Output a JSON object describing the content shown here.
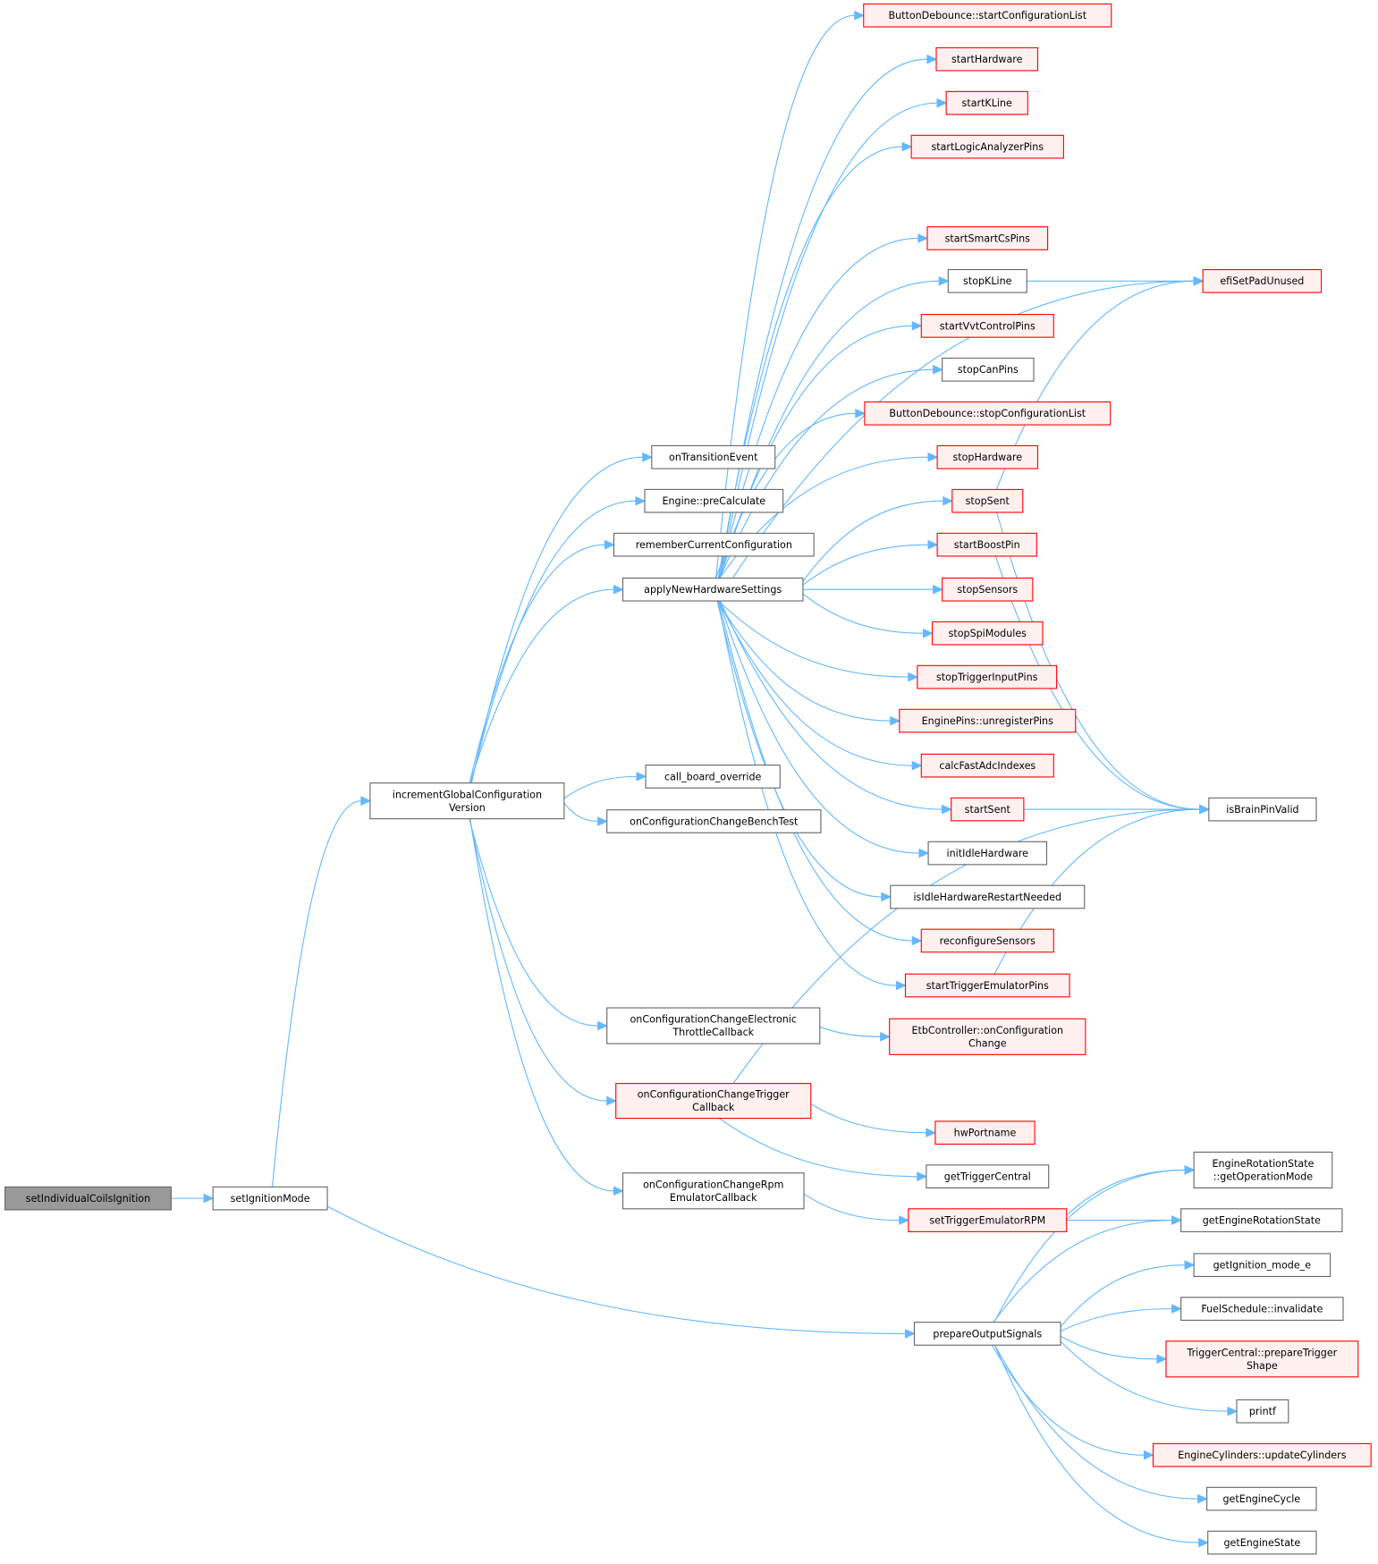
{
  "title": "setIndividualCoilsIgnition call graph",
  "colors": {
    "edge": "#63b8ff",
    "red_border": "#ff0000",
    "red_fill": "#fff0f0",
    "root_fill": "#999999"
  },
  "nodes": [
    {
      "id": "setIndividualCoilsIgnition",
      "lines": [
        "setIndividualCoilsIgnition"
      ],
      "style": "root"
    },
    {
      "id": "setIgnitionMode",
      "lines": [
        "setIgnitionMode"
      ],
      "style": "normal"
    },
    {
      "id": "incrementGlobalConfigurationVersion",
      "lines": [
        "incrementGlobalConfiguration",
        "Version"
      ],
      "style": "normal"
    },
    {
      "id": "onTransitionEvent",
      "lines": [
        "onTransitionEvent"
      ],
      "style": "normal"
    },
    {
      "id": "preCalculate",
      "lines": [
        "Engine::preCalculate"
      ],
      "style": "normal"
    },
    {
      "id": "rememberCurrentConfiguration",
      "lines": [
        "rememberCurrentConfiguration"
      ],
      "style": "normal"
    },
    {
      "id": "applyNewHardwareSettings",
      "lines": [
        "applyNewHardwareSettings"
      ],
      "style": "normal"
    },
    {
      "id": "call_board_override",
      "lines": [
        "call_board_override"
      ],
      "style": "normal"
    },
    {
      "id": "onConfigurationChangeBenchTest",
      "lines": [
        "onConfigurationChangeBenchTest"
      ],
      "style": "normal"
    },
    {
      "id": "onConfigurationChangeElectronicThrottleCallback",
      "lines": [
        "onConfigurationChangeElectronic",
        "ThrottleCallback"
      ],
      "style": "normal"
    },
    {
      "id": "onConfigurationChangeTriggerCallback",
      "lines": [
        "onConfigurationChangeTrigger",
        "Callback"
      ],
      "style": "red"
    },
    {
      "id": "onConfigurationChangeRpmEmulatorCallback",
      "lines": [
        "onConfigurationChangeRpm",
        "EmulatorCallback"
      ],
      "style": "normal"
    },
    {
      "id": "startConfigurationList",
      "lines": [
        "ButtonDebounce::startConfigurationList"
      ],
      "style": "red"
    },
    {
      "id": "startHardware",
      "lines": [
        "startHardware"
      ],
      "style": "red"
    },
    {
      "id": "startKLine",
      "lines": [
        "startKLine"
      ],
      "style": "red"
    },
    {
      "id": "startLogicAnalyzerPins",
      "lines": [
        "startLogicAnalyzerPins"
      ],
      "style": "red"
    },
    {
      "id": "startSmartCsPins",
      "lines": [
        "startSmartCsPins"
      ],
      "style": "red"
    },
    {
      "id": "stopKLine",
      "lines": [
        "stopKLine"
      ],
      "style": "normal"
    },
    {
      "id": "startVvtControlPins",
      "lines": [
        "startVvtControlPins"
      ],
      "style": "red"
    },
    {
      "id": "stopCanPins",
      "lines": [
        "stopCanPins"
      ],
      "style": "normal"
    },
    {
      "id": "stopConfigurationList",
      "lines": [
        "ButtonDebounce::stopConfigurationList"
      ],
      "style": "red"
    },
    {
      "id": "stopHardware",
      "lines": [
        "stopHardware"
      ],
      "style": "red"
    },
    {
      "id": "stopSent",
      "lines": [
        "stopSent"
      ],
      "style": "red"
    },
    {
      "id": "startBoostPin",
      "lines": [
        "startBoostPin"
      ],
      "style": "red"
    },
    {
      "id": "stopSensors",
      "lines": [
        "stopSensors"
      ],
      "style": "red"
    },
    {
      "id": "stopSpiModules",
      "lines": [
        "stopSpiModules"
      ],
      "style": "red"
    },
    {
      "id": "stopTriggerInputPins",
      "lines": [
        "stopTriggerInputPins"
      ],
      "style": "red"
    },
    {
      "id": "unregisterPins",
      "lines": [
        "EnginePins::unregisterPins"
      ],
      "style": "red"
    },
    {
      "id": "calcFastAdcIndexes",
      "lines": [
        "calcFastAdcIndexes"
      ],
      "style": "red"
    },
    {
      "id": "startSent",
      "lines": [
        "startSent"
      ],
      "style": "red"
    },
    {
      "id": "initIdleHardware",
      "lines": [
        "initIdleHardware"
      ],
      "style": "normal"
    },
    {
      "id": "isIdleHardwareRestartNeeded",
      "lines": [
        "isIdleHardwareRestartNeeded"
      ],
      "style": "normal"
    },
    {
      "id": "reconfigureSensors",
      "lines": [
        "reconfigureSensors"
      ],
      "style": "red"
    },
    {
      "id": "startTriggerEmulatorPins",
      "lines": [
        "startTriggerEmulatorPins"
      ],
      "style": "red"
    },
    {
      "id": "etbOnConfigurationChange",
      "lines": [
        "EtbController::onConfiguration",
        "Change"
      ],
      "style": "red"
    },
    {
      "id": "hwPortname",
      "lines": [
        "hwPortname"
      ],
      "style": "red"
    },
    {
      "id": "getTriggerCentral",
      "lines": [
        "getTriggerCentral"
      ],
      "style": "normal"
    },
    {
      "id": "setTriggerEmulatorRPM",
      "lines": [
        "setTriggerEmulatorRPM"
      ],
      "style": "red"
    },
    {
      "id": "prepareOutputSignals",
      "lines": [
        "prepareOutputSignals"
      ],
      "style": "normal"
    },
    {
      "id": "efiSetPadUnused",
      "lines": [
        "efiSetPadUnused"
      ],
      "style": "red"
    },
    {
      "id": "isBrainPinValid",
      "lines": [
        "isBrainPinValid"
      ],
      "style": "normal"
    },
    {
      "id": "getOperationMode",
      "lines": [
        "EngineRotationState",
        "::getOperationMode"
      ],
      "style": "normal"
    },
    {
      "id": "getEngineRotationState",
      "lines": [
        "getEngineRotationState"
      ],
      "style": "normal"
    },
    {
      "id": "getIgnition_mode_e",
      "lines": [
        "getIgnition_mode_e"
      ],
      "style": "normal"
    },
    {
      "id": "fuelScheduleInvalidate",
      "lines": [
        "FuelSchedule::invalidate"
      ],
      "style": "normal"
    },
    {
      "id": "prepareTriggerShape",
      "lines": [
        "TriggerCentral::prepareTrigger",
        "Shape"
      ],
      "style": "red"
    },
    {
      "id": "printf",
      "lines": [
        "printf"
      ],
      "style": "normal"
    },
    {
      "id": "updateCylinders",
      "lines": [
        "EngineCylinders::updateCylinders"
      ],
      "style": "red"
    },
    {
      "id": "getEngineCycle",
      "lines": [
        "getEngineCycle"
      ],
      "style": "normal"
    },
    {
      "id": "getEngineState",
      "lines": [
        "getEngineState"
      ],
      "style": "normal"
    }
  ],
  "edges": [
    [
      "setIndividualCoilsIgnition",
      "setIgnitionMode"
    ],
    [
      "setIgnitionMode",
      "incrementGlobalConfigurationVersion"
    ],
    [
      "setIgnitionMode",
      "prepareOutputSignals"
    ],
    [
      "incrementGlobalConfigurationVersion",
      "onTransitionEvent"
    ],
    [
      "incrementGlobalConfigurationVersion",
      "preCalculate"
    ],
    [
      "incrementGlobalConfigurationVersion",
      "rememberCurrentConfiguration"
    ],
    [
      "incrementGlobalConfigurationVersion",
      "applyNewHardwareSettings"
    ],
    [
      "incrementGlobalConfigurationVersion",
      "call_board_override"
    ],
    [
      "incrementGlobalConfigurationVersion",
      "onConfigurationChangeBenchTest"
    ],
    [
      "incrementGlobalConfigurationVersion",
      "onConfigurationChangeElectronicThrottleCallback"
    ],
    [
      "incrementGlobalConfigurationVersion",
      "onConfigurationChangeTriggerCallback"
    ],
    [
      "incrementGlobalConfigurationVersion",
      "onConfigurationChangeRpmEmulatorCallback"
    ],
    [
      "applyNewHardwareSettings",
      "startConfigurationList"
    ],
    [
      "applyNewHardwareSettings",
      "startHardware"
    ],
    [
      "applyNewHardwareSettings",
      "startKLine"
    ],
    [
      "applyNewHardwareSettings",
      "startLogicAnalyzerPins"
    ],
    [
      "applyNewHardwareSettings",
      "efiSetPadUnused"
    ],
    [
      "applyNewHardwareSettings",
      "startSmartCsPins"
    ],
    [
      "applyNewHardwareSettings",
      "stopKLine"
    ],
    [
      "applyNewHardwareSettings",
      "startVvtControlPins"
    ],
    [
      "applyNewHardwareSettings",
      "stopCanPins"
    ],
    [
      "applyNewHardwareSettings",
      "stopConfigurationList"
    ],
    [
      "applyNewHardwareSettings",
      "stopHardware"
    ],
    [
      "applyNewHardwareSettings",
      "stopSent"
    ],
    [
      "applyNewHardwareSettings",
      "startBoostPin"
    ],
    [
      "applyNewHardwareSettings",
      "stopSensors"
    ],
    [
      "applyNewHardwareSettings",
      "stopSpiModules"
    ],
    [
      "applyNewHardwareSettings",
      "stopTriggerInputPins"
    ],
    [
      "applyNewHardwareSettings",
      "unregisterPins"
    ],
    [
      "applyNewHardwareSettings",
      "calcFastAdcIndexes"
    ],
    [
      "applyNewHardwareSettings",
      "startSent"
    ],
    [
      "applyNewHardwareSettings",
      "initIdleHardware"
    ],
    [
      "applyNewHardwareSettings",
      "isIdleHardwareRestartNeeded"
    ],
    [
      "applyNewHardwareSettings",
      "reconfigureSensors"
    ],
    [
      "applyNewHardwareSettings",
      "startTriggerEmulatorPins"
    ],
    [
      "stopKLine",
      "efiSetPadUnused"
    ],
    [
      "stopSent",
      "efiSetPadUnused"
    ],
    [
      "stopSent",
      "isBrainPinValid"
    ],
    [
      "startBoostPin",
      "isBrainPinValid"
    ],
    [
      "startSent",
      "isBrainPinValid"
    ],
    [
      "startTriggerEmulatorPins",
      "isBrainPinValid"
    ],
    [
      "onConfigurationChangeTriggerCallback",
      "isBrainPinValid"
    ],
    [
      "onConfigurationChangeTriggerCallback",
      "hwPortname"
    ],
    [
      "onConfigurationChangeTriggerCallback",
      "getTriggerCentral"
    ],
    [
      "onConfigurationChangeElectronicThrottleCallback",
      "etbOnConfigurationChange"
    ],
    [
      "onConfigurationChangeRpmEmulatorCallback",
      "setTriggerEmulatorRPM"
    ],
    [
      "setTriggerEmulatorRPM",
      "getOperationMode"
    ],
    [
      "setTriggerEmulatorRPM",
      "getEngineRotationState"
    ],
    [
      "prepareOutputSignals",
      "getOperationMode"
    ],
    [
      "prepareOutputSignals",
      "getEngineRotationState"
    ],
    [
      "prepareOutputSignals",
      "getIgnition_mode_e"
    ],
    [
      "prepareOutputSignals",
      "fuelScheduleInvalidate"
    ],
    [
      "prepareOutputSignals",
      "prepareTriggerShape"
    ],
    [
      "prepareOutputSignals",
      "printf"
    ],
    [
      "prepareOutputSignals",
      "updateCylinders"
    ],
    [
      "prepareOutputSignals",
      "getEngineCycle"
    ],
    [
      "prepareOutputSignals",
      "getEngineState"
    ]
  ]
}
